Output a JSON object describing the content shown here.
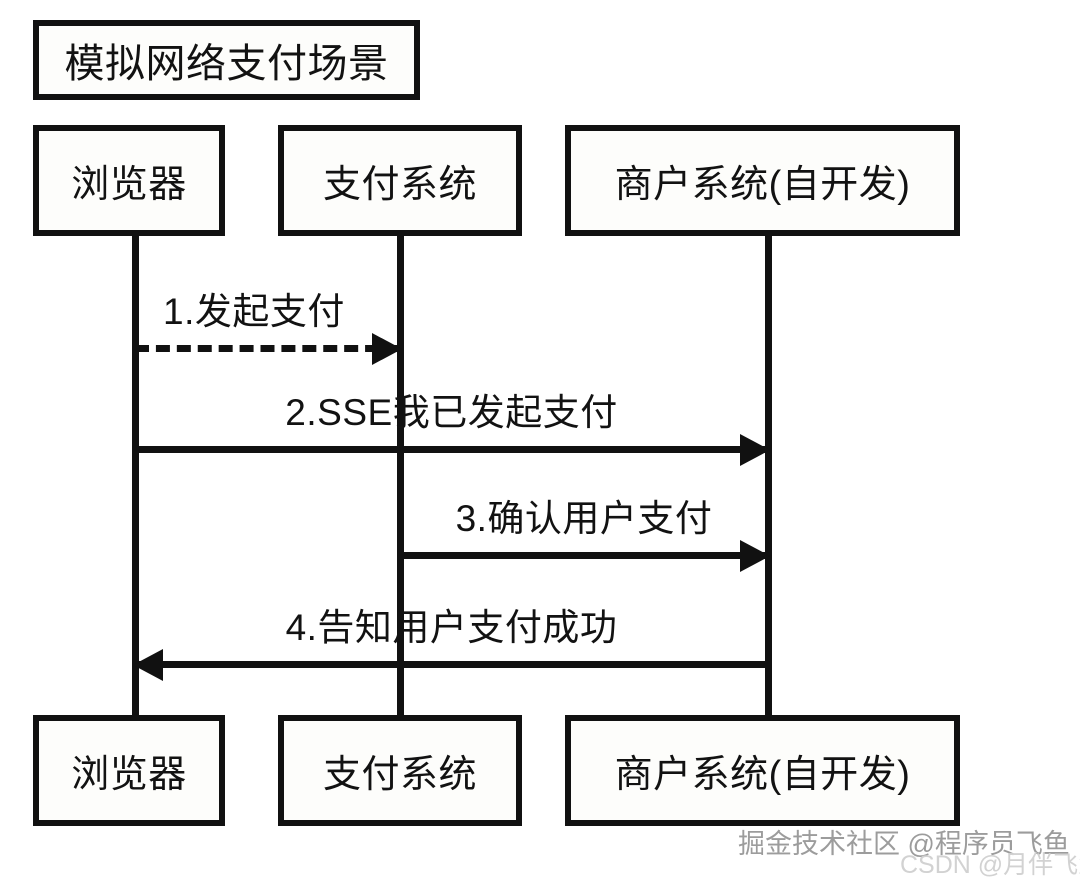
{
  "diagram": {
    "type": "sequence-diagram",
    "title": "模拟网络支付场景",
    "background_color": "#ffffff",
    "stroke_color": "#111111",
    "actors": [
      {
        "id": "browser",
        "label": "浏览器"
      },
      {
        "id": "payment",
        "label": "支付系统"
      },
      {
        "id": "merchant",
        "label": "商户系统(自开发)"
      }
    ],
    "messages": [
      {
        "number": "1",
        "label": "1.发起支付",
        "from": "browser",
        "to": "merchant_none",
        "style": "dashed",
        "direction": "right",
        "label_align": "left"
      },
      {
        "number": "2",
        "label": "2.SSE我已发起支付",
        "from": "browser",
        "to": "merchant",
        "style": "solid",
        "direction": "right",
        "label_align": "center"
      },
      {
        "number": "3",
        "label": "3.确认用户支付",
        "from": "payment",
        "to": "merchant",
        "style": "solid",
        "direction": "right",
        "label_align": "center"
      },
      {
        "number": "4",
        "label": "4.告知用户支付成功",
        "from": "merchant",
        "to": "browser",
        "style": "solid",
        "direction": "left",
        "label_align": "center"
      }
    ]
  },
  "watermarks": {
    "juejin": "掘金技术社区 @程序员飞鱼",
    "csdn": "CSDN @月伴飞鱼"
  }
}
